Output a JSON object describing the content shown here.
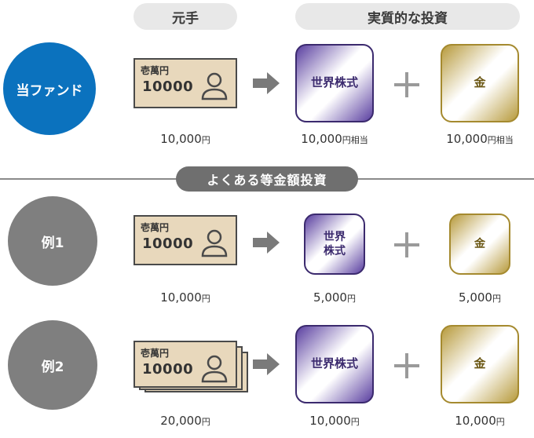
{
  "headers": {
    "principal": "元手",
    "effective": "実質的な投資"
  },
  "divider_label": "よくある等金額投資",
  "note": {
    "label": "壱萬円",
    "value": "10000"
  },
  "rows": [
    {
      "circle": "当ファンド",
      "stock_label": "世界株式",
      "gold_label": "金",
      "principal": {
        "num": "10,000",
        "unit": "円",
        "sub": ""
      },
      "stock_amount": {
        "num": "10,000",
        "unit": "円",
        "sub": "相当"
      },
      "gold_amount": {
        "num": "10,000",
        "unit": "円",
        "sub": "相当"
      }
    },
    {
      "circle": "例1",
      "stock_label_1": "世界",
      "stock_label_2": "株式",
      "gold_label": "金",
      "principal": {
        "num": "10,000",
        "unit": "円",
        "sub": ""
      },
      "stock_amount": {
        "num": "5,000",
        "unit": "円",
        "sub": ""
      },
      "gold_amount": {
        "num": "5,000",
        "unit": "円",
        "sub": ""
      }
    },
    {
      "circle": "例2",
      "stock_label": "世界株式",
      "gold_label": "金",
      "principal": {
        "num": "20,000",
        "unit": "円",
        "sub": ""
      },
      "stock_amount": {
        "num": "10,000",
        "unit": "円",
        "sub": ""
      },
      "gold_amount": {
        "num": "10,000",
        "unit": "円",
        "sub": ""
      }
    }
  ],
  "colors": {
    "fund_circle": "#0b72be",
    "example_circle": "#7f7f7f",
    "stock_border": "#3b2a6e",
    "gold_border": "#a58a2f",
    "note_fill": "#e8d8bc",
    "arrow": "#7a7a7a"
  },
  "icons": {
    "person": "person-icon",
    "arrow": "right-arrow-icon",
    "plus": "plus-icon"
  }
}
